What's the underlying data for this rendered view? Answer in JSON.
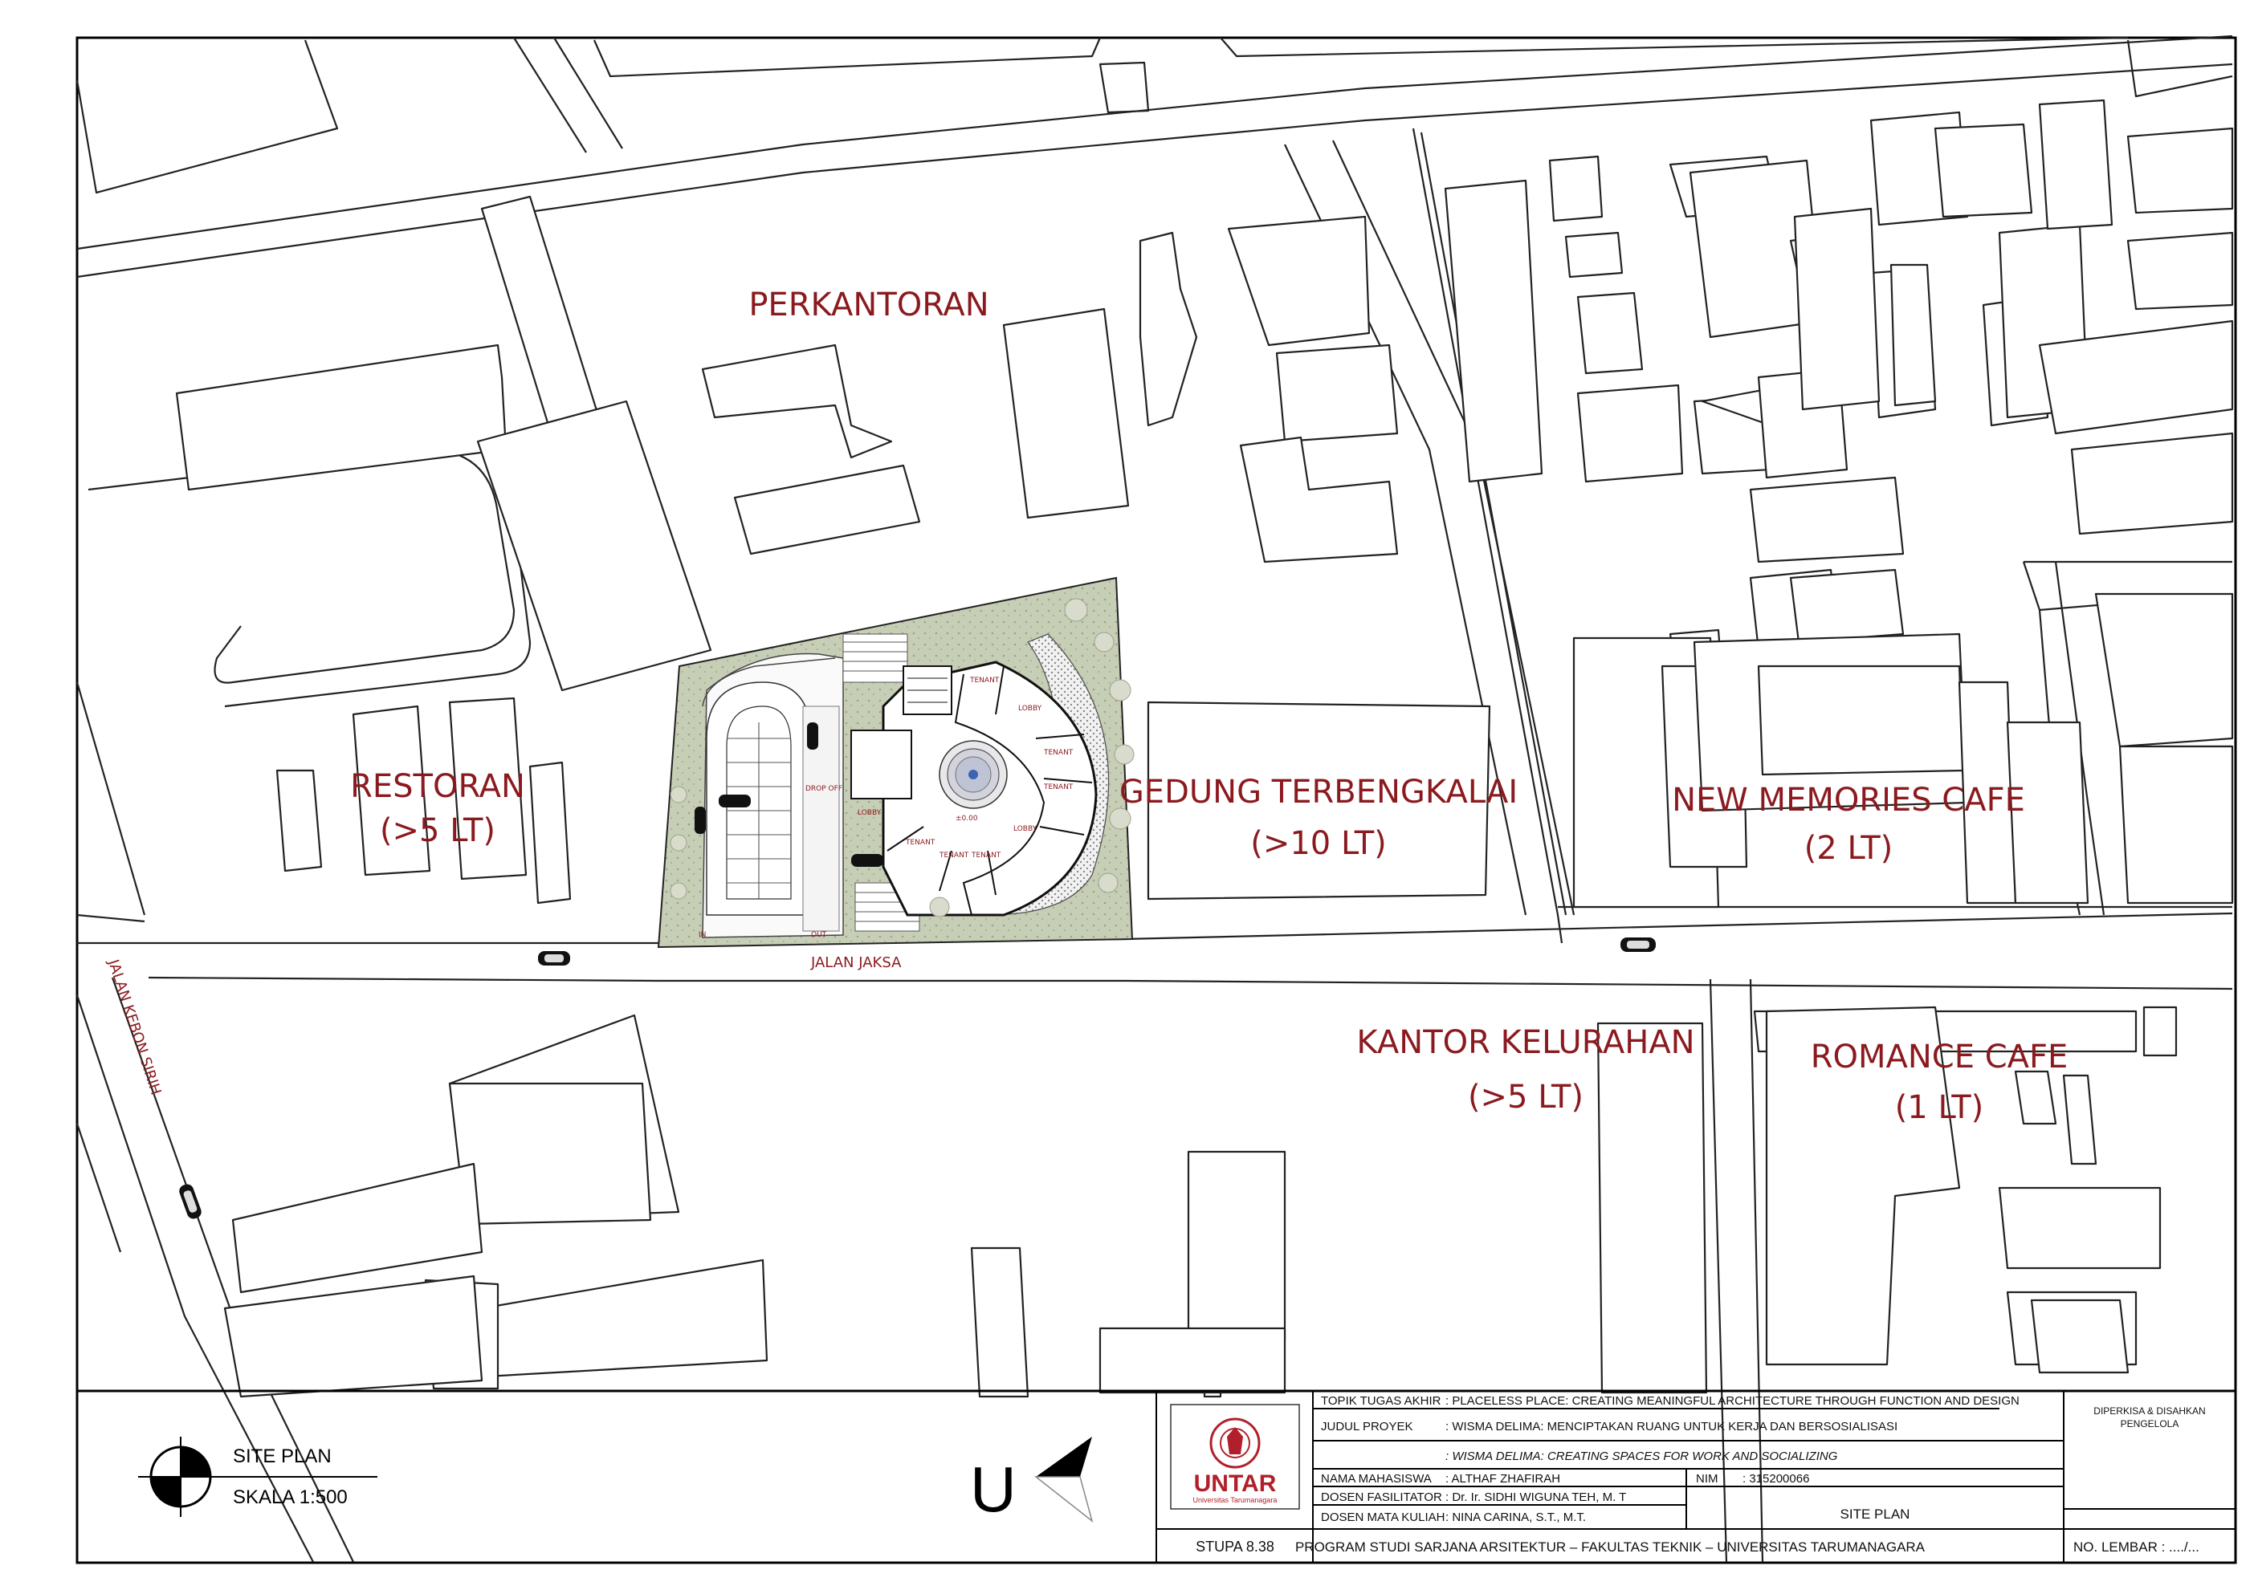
{
  "map": {
    "labels": {
      "perkantoran": "PERKANTORAN",
      "restoran": "RESTORAN",
      "restoran_lt": "(>5 LT)",
      "gedung": "GEDUNG TERBENGKALAI",
      "gedung_lt": "(>10 LT)",
      "new_memories": "NEW MEMORIES CAFE",
      "new_memories_lt": "(2 LT)",
      "kantor": "KANTOR KELURAHAN",
      "kantor_lt": "(>5 LT)",
      "romance": "ROMANCE CAFE",
      "romance_lt": "(1 LT)"
    },
    "roads": {
      "jalan_jaksa": "JALAN JAKSA",
      "jalan_kebon_sirih": "JALAN KEBON SIRIH"
    },
    "site": {
      "drop_off": "DROP OFF",
      "lobby": "LOBBY",
      "tenant": "TENANT",
      "level": "±0.00",
      "in": "IN",
      "out": "OUT"
    }
  },
  "legend": {
    "title": "SITE PLAN",
    "scale": "SKALA 1:500",
    "north_letter": "U"
  },
  "title_block": {
    "logo_text": "UNTAR",
    "logo_sub": "Universitas Tarumanagara",
    "stupa": "STUPA 8.38",
    "rows": {
      "topik_label": "TOPIK TUGAS AKHIR",
      "topik_value": ": PLACELESS PLACE: CREATING MEANINGFUL ARCHITECTURE THROUGH FUNCTION AND DESIGN",
      "judul_label": "JUDUL PROYEK",
      "judul_value": ": WISMA DELIMA: MENCIPTAKAN RUANG UNTUK KERJA DAN BERSOSIALISASI",
      "judul_en": ": WISMA DELIMA: CREATING SPACES FOR WORK AND SOCIALIZING",
      "nama_label": "NAMA MAHASISWA",
      "nama_value": ": ALTHAF ZHAFIRAH",
      "nim_label": "NIM",
      "nim_value": ": 315200066",
      "dosen_f_label": "DOSEN FASILITATOR",
      "dosen_f_value": ": Dr. Ir. SIDHI WIGUNA TEH, M. T",
      "dosen_m_label": "DOSEN MATA KULIAH",
      "dosen_m_value": ": NINA CARINA, S.T., M.T.",
      "sheet_title": "SITE PLAN",
      "program": "PROGRAM STUDI SARJANA ARSITEKTUR – FAKULTAS TEKNIK – UNIVERSITAS TARUMANAGARA",
      "diperiksa": "DIPERKISA & DISAHKAN",
      "pengelola": "PENGELOLA",
      "lembar": "NO. LEMBAR : ..../..."
    }
  },
  "colors": {
    "label": "#8b1a1f",
    "site_green": "#c9cfb9",
    "plaza_grey": "#e8e8e8"
  }
}
